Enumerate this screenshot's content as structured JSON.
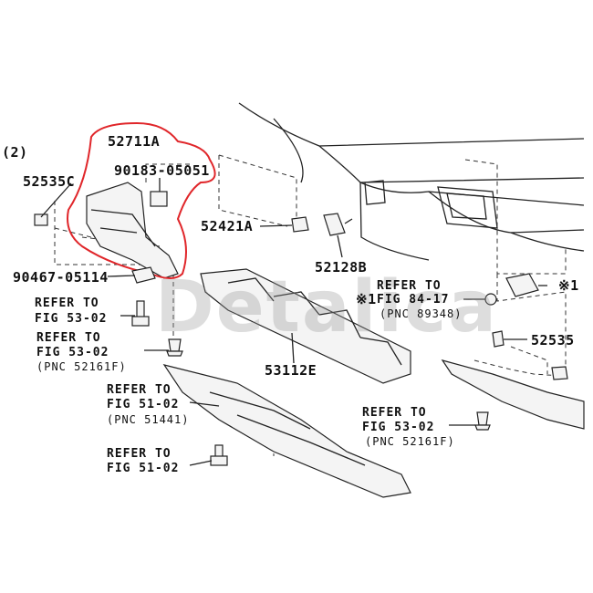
{
  "diagram": {
    "section_marker": "(2)",
    "watermark": "Detalica",
    "accent_color": "#e0262a",
    "watermark_color": "#e5b32a",
    "labels": {
      "p52711A": "52711A",
      "p90183": "90183-05051",
      "p52535C": "52535C",
      "p90467": "90467-05114",
      "p52421A": "52421A",
      "p52128B": "52128B",
      "p53112E": "53112E",
      "p52535": "52535",
      "mark_left": "※1",
      "mark_right": "※1"
    },
    "refs": {
      "ref1": {
        "line1": "REFER TO",
        "line2": "FIG 53-02"
      },
      "ref2": {
        "line1": "REFER TO",
        "line2": "FIG 53-02",
        "pnc": "(PNC 52161F)"
      },
      "ref3": {
        "line1": "REFER TO",
        "line2": "FIG 51-02",
        "pnc": "(PNC 51441)"
      },
      "ref4": {
        "line1": "REFER TO",
        "line2": "FIG 51-02"
      },
      "ref5": {
        "line1": "REFER TO",
        "line2": "FIG 84-17",
        "pnc": "(PNC 89348)"
      },
      "ref6": {
        "line1": "REFER TO",
        "line2": "FIG 53-02",
        "pnc": "(PNC 52161F)"
      }
    }
  }
}
